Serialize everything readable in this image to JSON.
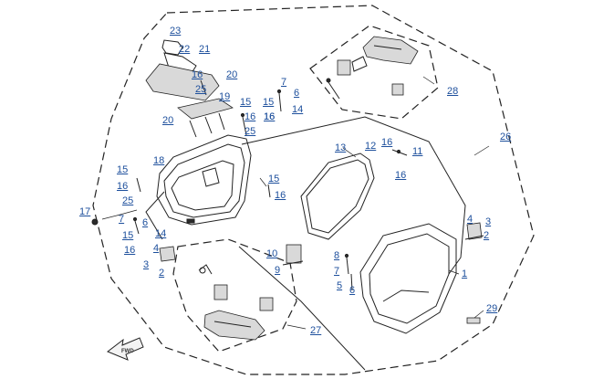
{
  "labels": [
    {
      "id": "l23",
      "text": "23"
    },
    {
      "id": "l22",
      "text": "22"
    },
    {
      "id": "l21",
      "text": "21"
    },
    {
      "id": "l16a",
      "text": "16"
    },
    {
      "id": "l20a",
      "text": "20"
    },
    {
      "id": "l25a",
      "text": "25"
    },
    {
      "id": "l19",
      "text": "19"
    },
    {
      "id": "l15a",
      "text": "15"
    },
    {
      "id": "l16b",
      "text": "16"
    },
    {
      "id": "l20b",
      "text": "20"
    },
    {
      "id": "l25b",
      "text": "25"
    },
    {
      "id": "l16c",
      "text": "16"
    },
    {
      "id": "l7a",
      "text": "7"
    },
    {
      "id": "l15b",
      "text": "15"
    },
    {
      "id": "l6a",
      "text": "6"
    },
    {
      "id": "l16d",
      "text": "16"
    },
    {
      "id": "l14a",
      "text": "14"
    },
    {
      "id": "l28",
      "text": "28"
    },
    {
      "id": "l26",
      "text": "26"
    },
    {
      "id": "l13",
      "text": "13"
    },
    {
      "id": "l12",
      "text": "12"
    },
    {
      "id": "l16e",
      "text": "16"
    },
    {
      "id": "l11",
      "text": "11"
    },
    {
      "id": "l16f",
      "text": "16"
    },
    {
      "id": "l18",
      "text": "18"
    },
    {
      "id": "l15c",
      "text": "15"
    },
    {
      "id": "l16g",
      "text": "16"
    },
    {
      "id": "l25c",
      "text": "25"
    },
    {
      "id": "l17",
      "text": "17"
    },
    {
      "id": "l7b",
      "text": "7"
    },
    {
      "id": "l6b",
      "text": "6"
    },
    {
      "id": "l15d",
      "text": "15"
    },
    {
      "id": "l14b",
      "text": "14"
    },
    {
      "id": "l16h",
      "text": "16"
    },
    {
      "id": "l4a",
      "text": "4"
    },
    {
      "id": "l3a",
      "text": "3"
    },
    {
      "id": "l2a",
      "text": "2"
    },
    {
      "id": "l15e",
      "text": "15"
    },
    {
      "id": "l16i",
      "text": "16"
    },
    {
      "id": "l10",
      "text": "10"
    },
    {
      "id": "l9",
      "text": "9"
    },
    {
      "id": "l8",
      "text": "8"
    },
    {
      "id": "l7c",
      "text": "7"
    },
    {
      "id": "l5",
      "text": "5"
    },
    {
      "id": "l6c",
      "text": "6"
    },
    {
      "id": "l27",
      "text": "27"
    },
    {
      "id": "l4b",
      "text": "4"
    },
    {
      "id": "l3b",
      "text": "3"
    },
    {
      "id": "l2b",
      "text": "2"
    },
    {
      "id": "l1",
      "text": "1"
    },
    {
      "id": "l29",
      "text": "29"
    }
  ],
  "fwd_arrow": {
    "text": "FWD",
    "icon": "forward-arrow-icon"
  }
}
